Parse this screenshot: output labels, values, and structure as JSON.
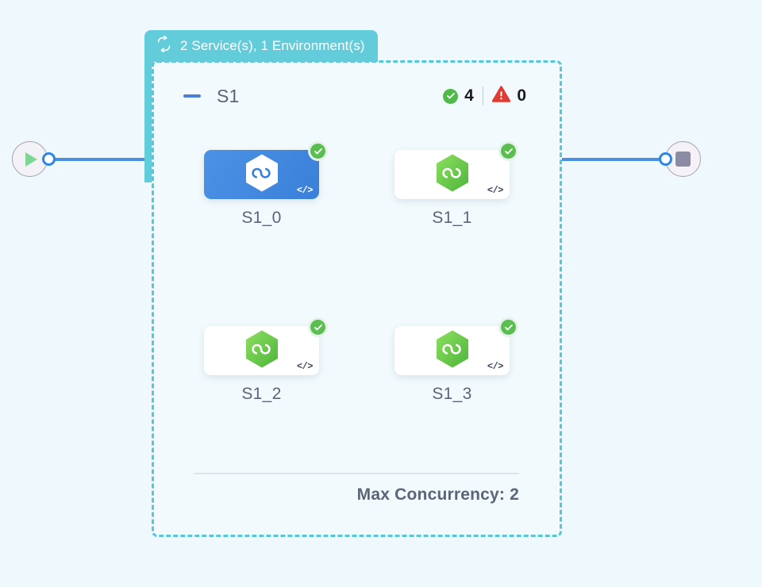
{
  "canvas": {
    "background_color": "#eff8fc"
  },
  "group": {
    "tab_label": "2 Service(s), 1 Environment(s)",
    "tab_icon": "loop-icon",
    "tab_color": "#63ccdb",
    "border_color": "#57c6d6"
  },
  "stage": {
    "collapse_icon": "minus-icon",
    "name": "S1",
    "success_icon": "check-circle-icon",
    "success_count": "4",
    "warning_icon": "warning-triangle-icon",
    "warning_count": "0",
    "success_color": "#51b84a",
    "warning_color": "#e23c32"
  },
  "nodes": [
    {
      "label": "S1_0",
      "selected": true,
      "logo_icon": "hexagon-infinity-icon",
      "status_icon": "check-badge-icon",
      "code_icon": "</>",
      "accent_color": "#4b93e6"
    },
    {
      "label": "S1_1",
      "selected": false,
      "logo_icon": "hexagon-infinity-icon",
      "status_icon": "check-badge-icon",
      "code_icon": "</>",
      "accent_color": "#6dc martins"
    },
    {
      "label": "S1_2",
      "selected": false,
      "logo_icon": "hexagon-infinity-icon",
      "status_icon": "check-badge-icon",
      "code_icon": "</>",
      "accent_color": "#6dc94a"
    },
    {
      "label": "S1_3",
      "selected": false,
      "logo_icon": "hexagon-infinity-icon",
      "status_icon": "check-badge-icon",
      "code_icon": "</>",
      "accent_color": "#6dc94a"
    }
  ],
  "footer": {
    "max_concurrency_label": "Max Concurrency: 2"
  },
  "terminals": {
    "start_icon": "play-icon",
    "end_icon": "stop-icon",
    "edge_color": "#4a90e2",
    "port_color": "#2f86e0"
  }
}
